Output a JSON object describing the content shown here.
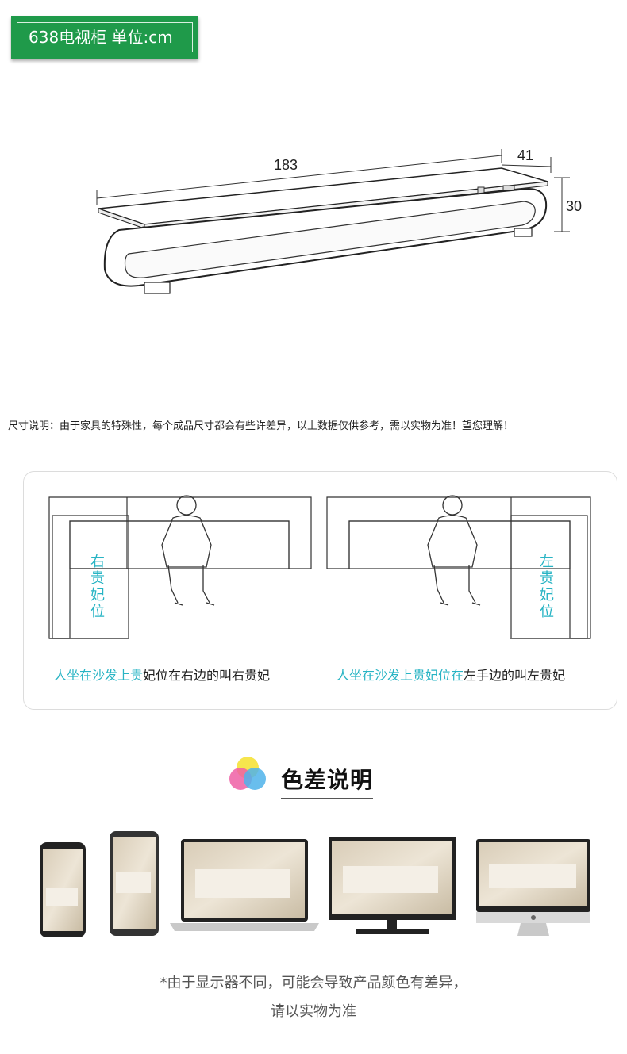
{
  "header": {
    "title": "638电视柜 单位:cm"
  },
  "dimensions": {
    "length": "183",
    "depth": "41",
    "height": "30"
  },
  "note": "尺寸说明：由于家具的特殊性，每个成品尺寸都会有些许差异，以上数据仅供参考，需以实物为准！望您理解！",
  "sofa": {
    "left_label": "右贵妃位",
    "right_label": "左贵妃位",
    "left_caption_cyan": "人坐在沙发上贵",
    "left_caption_dark": "妃位在右边的叫右贵妃",
    "right_caption_cyan": "人坐在沙发上贵妃位在",
    "right_caption_dark": "左手边的叫左贵妃"
  },
  "color_section": {
    "title": "色差说明"
  },
  "footer": {
    "line1": "*由于显示器不同，可能会导致产品颜色有差异，",
    "line2": "请以实物为准"
  },
  "colors": {
    "accent_green": "#1f9a4a",
    "cyan": "#28b4c4"
  }
}
